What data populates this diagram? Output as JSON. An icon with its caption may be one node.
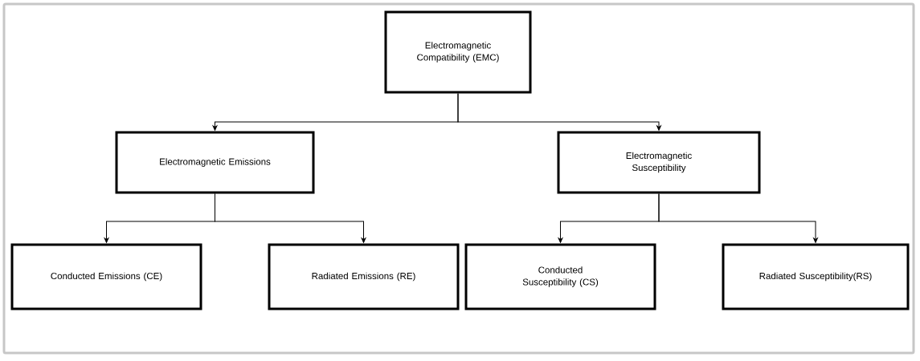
{
  "diagram": {
    "nodes": [
      {
        "text": [
          "Electromagnetic Compatibility (EMC)"
        ]
      },
      {
        "text": [
          "Electromagnetic Emissions"
        ]
      },
      {
        "text": [
          "Electromagnetic Susceptibility"
        ]
      },
      {
        "text": [
          "Conducted Emissions (CE)"
        ]
      },
      {
        "text": [
          "Radiated Emissions (RE)"
        ]
      },
      {
        "text": [
          "Conducted Susceptibility (CS)"
        ]
      },
      {
        "text": [
          "Radiated Susceptibility(RS)"
        ]
      }
    ],
    "edges": [
      {
        "from": 0,
        "to": 1,
        "arrow": "to"
      },
      {
        "from": 0,
        "to": 2,
        "arrow": "to"
      },
      {
        "from": 1,
        "to": 3,
        "arrow": "to"
      },
      {
        "from": 1,
        "to": 4,
        "arrow": "to"
      },
      {
        "from": 2,
        "to": 5,
        "arrow": "to"
      },
      {
        "from": 2,
        "to": 6,
        "arrow": "to"
      }
    ]
  }
}
